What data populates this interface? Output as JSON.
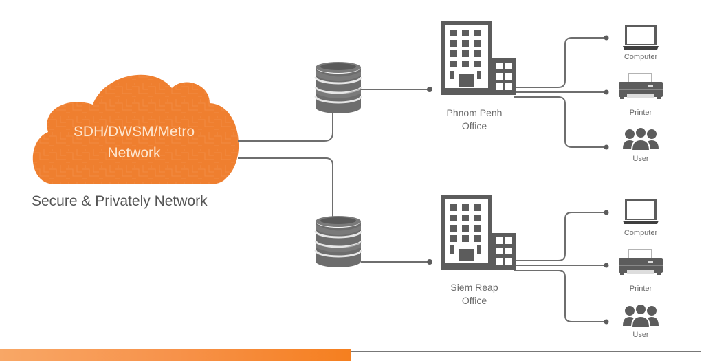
{
  "colors": {
    "cloud": "#ef7f2f",
    "icon": "#5c5c5c",
    "line": "#6e6e6e",
    "accent": "#f57f1f"
  },
  "cloud": {
    "line1": "SDH/DWSM/Metro",
    "line2": "Network",
    "caption": "Secure & Privately Network"
  },
  "offices": [
    {
      "name_line1": "Phnom Penh",
      "name_line2": "Office",
      "devices": [
        {
          "label": "Computer",
          "icon": "laptop-icon"
        },
        {
          "label": "Printer",
          "icon": "printer-icon"
        },
        {
          "label": "User",
          "icon": "users-icon"
        }
      ]
    },
    {
      "name_line1": "Siem Reap",
      "name_line2": "Office",
      "devices": [
        {
          "label": "Computer",
          "icon": "laptop-icon"
        },
        {
          "label": "Printer",
          "icon": "printer-icon"
        },
        {
          "label": "User",
          "icon": "users-icon"
        }
      ]
    }
  ]
}
